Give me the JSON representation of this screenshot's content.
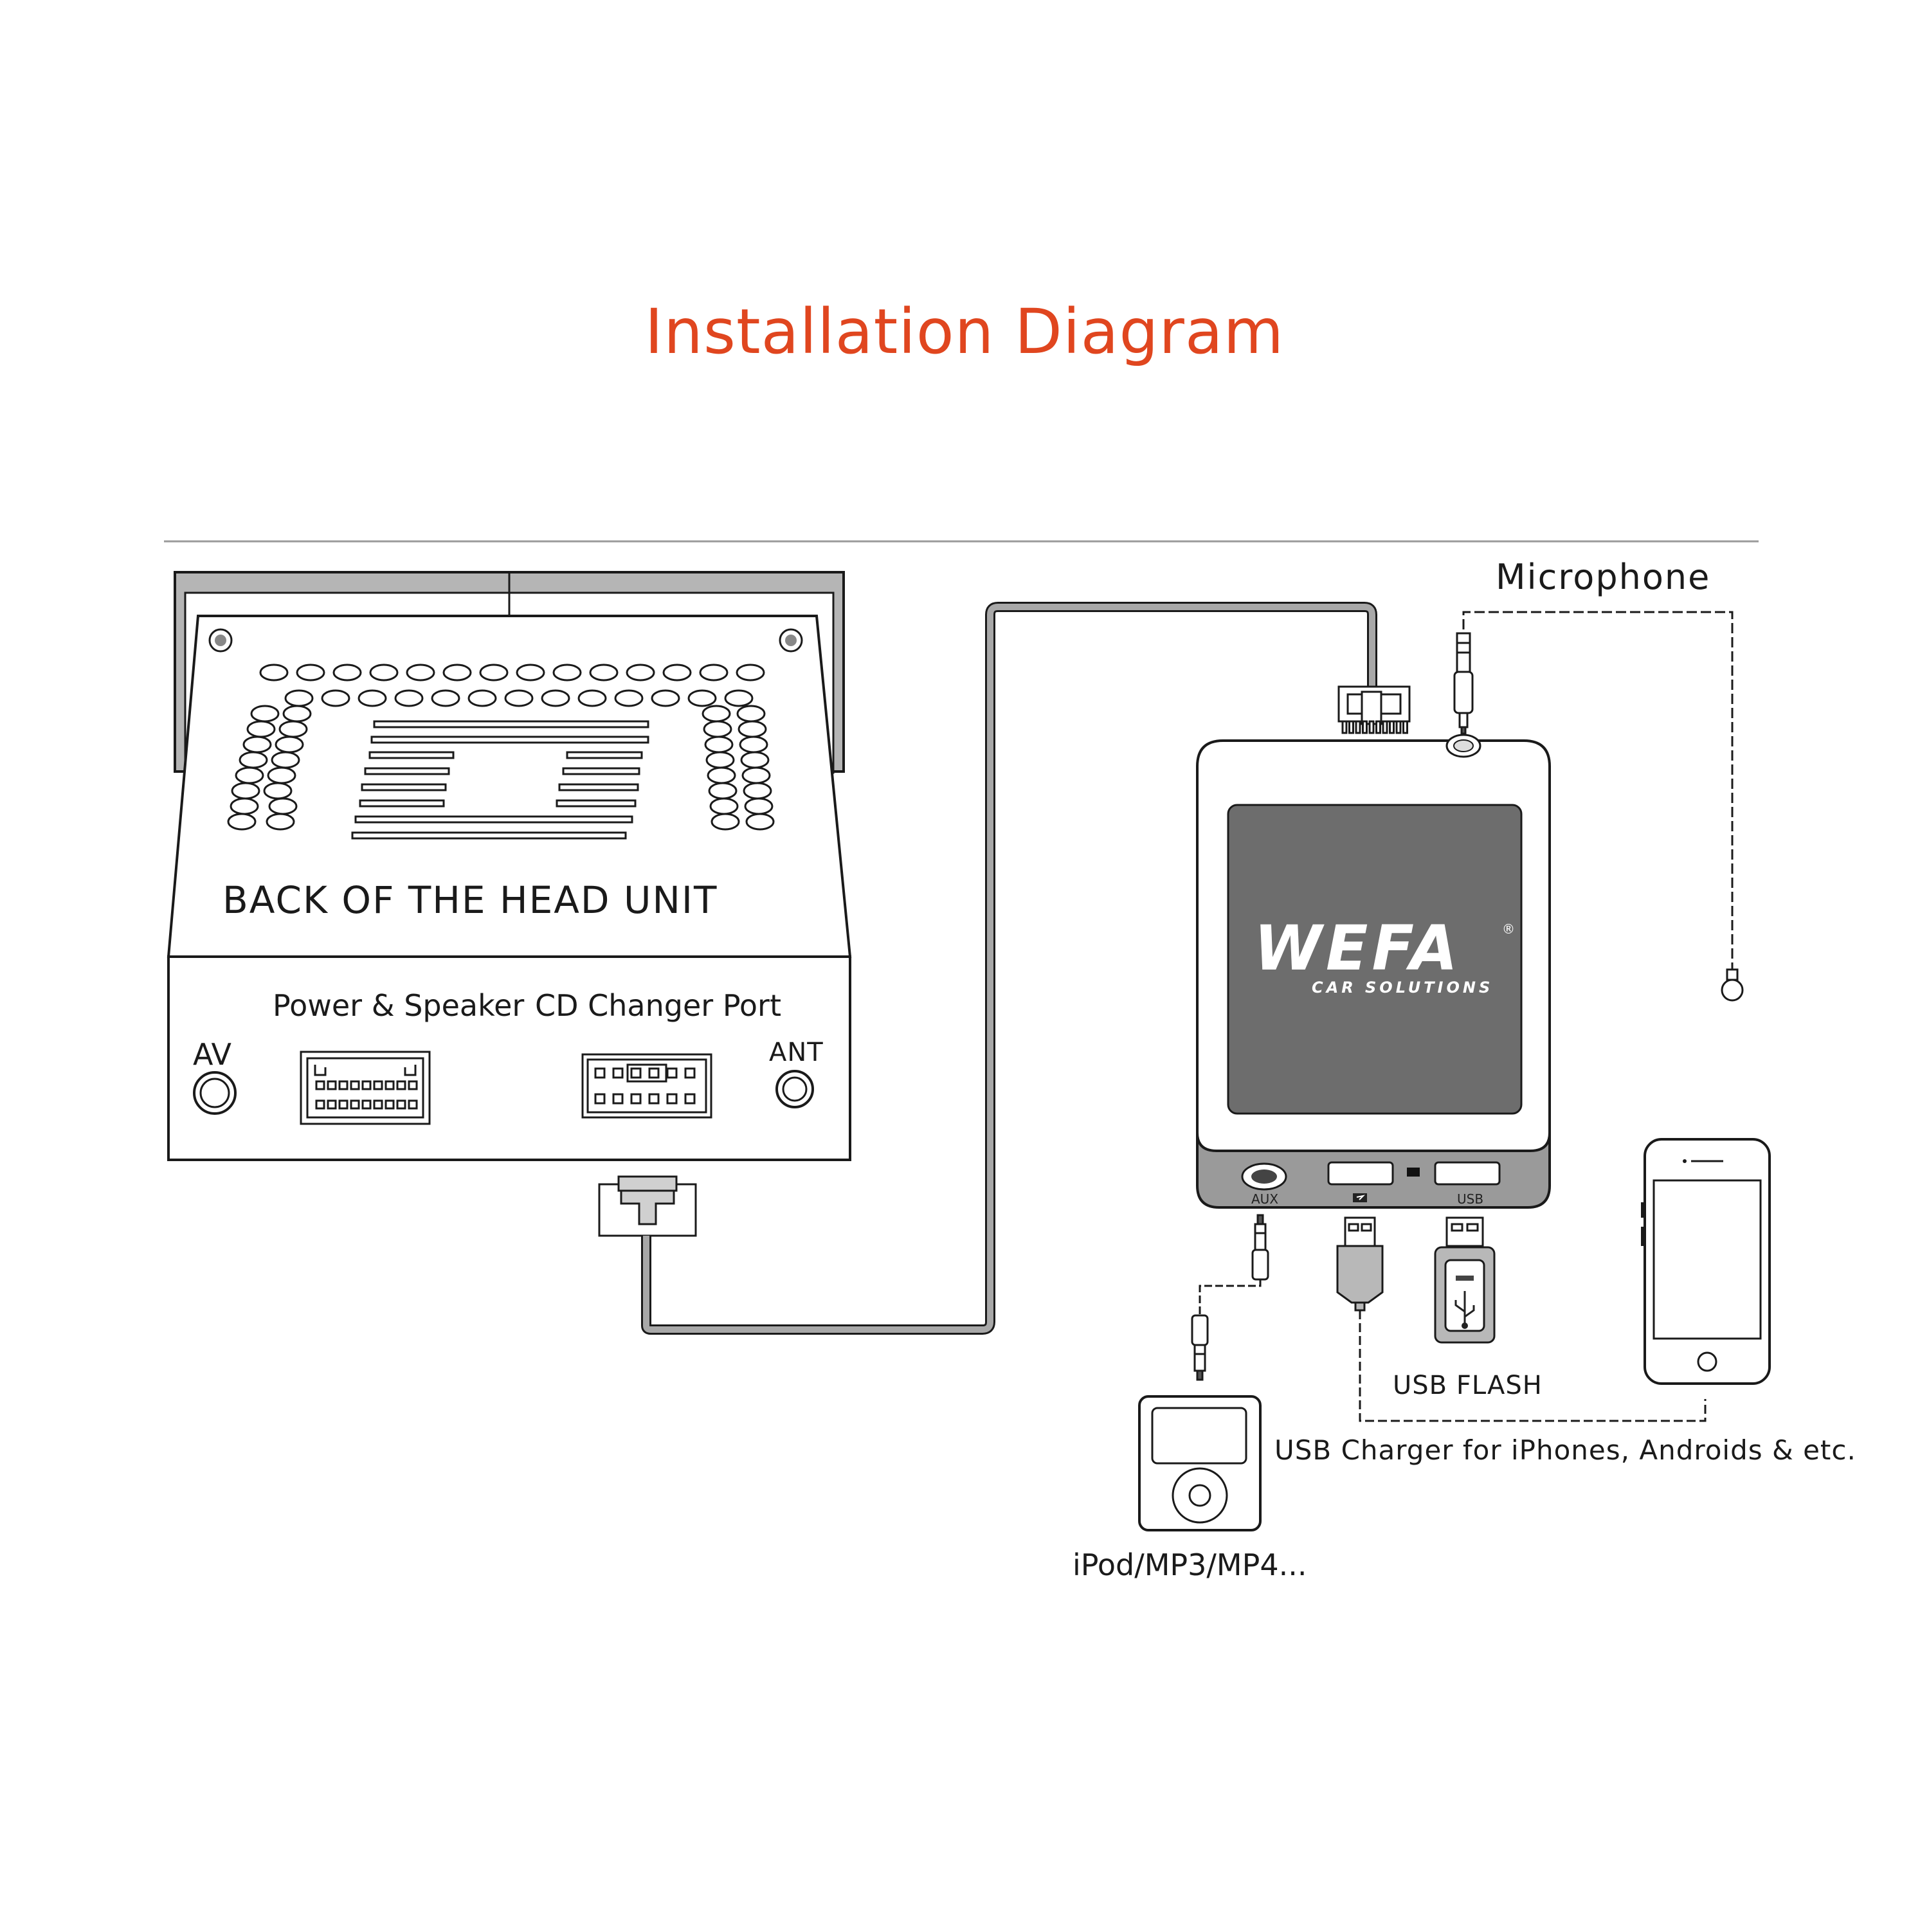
{
  "title": "Installation Diagram",
  "head_unit": {
    "back_label": "BACK OF THE HEAD UNIT",
    "power_speaker_label": "Power & Speaker",
    "cd_changer_label": "CD Changer Port",
    "av_label": "AV",
    "ant_label": "ANT"
  },
  "module": {
    "brand": "WEFA",
    "brand_reg": "®",
    "brand_sub": "CAR SOLUTIONS",
    "aux_port_label": "AUX",
    "usb_port_label": "USB"
  },
  "labels": {
    "microphone": "Microphone",
    "usb_flash": "USB FLASH",
    "usb_charger": "USB  Charger for iPhones, Androids & etc.",
    "ipod": "iPod/MP3/MP4..."
  },
  "colors": {
    "title": "#e0461f",
    "module_face": "#6d6d6d",
    "module_base": "#9a9a9a",
    "cable": "#a8a8a8",
    "head_unit_tray": "#b5b5b5",
    "line": "#1a1a1a"
  }
}
